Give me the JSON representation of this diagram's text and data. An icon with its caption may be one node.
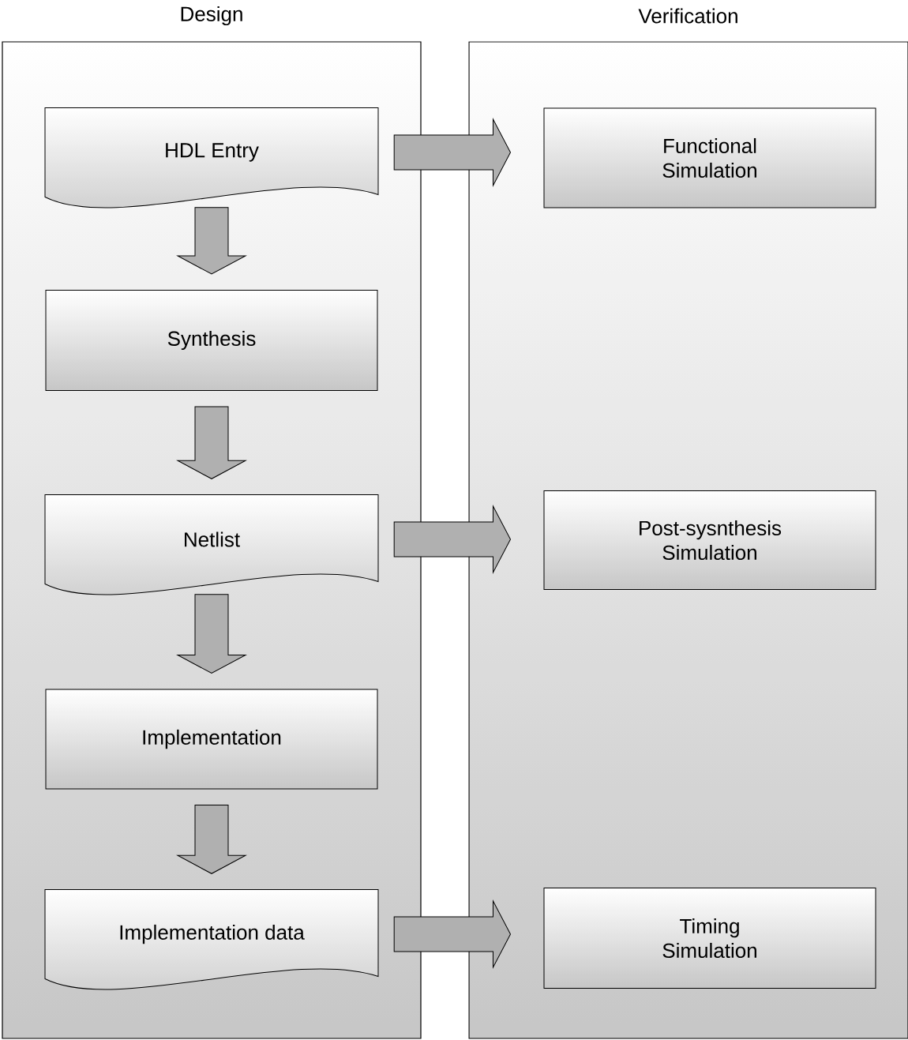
{
  "diagram": {
    "nodes": [
      {
        "text": [
          "Design"
        ]
      },
      {
        "text": [
          "Verification"
        ]
      },
      {
        "text": [
          "HDL Entry"
        ],
        "in": 0
      },
      {
        "text": [
          "Synthesis"
        ],
        "in": 0
      },
      {
        "text": [
          "Netlist"
        ],
        "in": 0
      },
      {
        "text": [
          "Implementation"
        ],
        "in": 0
      },
      {
        "text": [
          "Implementation data"
        ],
        "in": 0
      },
      {
        "text": [
          "Functional Simulation"
        ],
        "in": 1
      },
      {
        "text": [
          "Post-sysnthesis Simulation"
        ],
        "in": 1
      },
      {
        "text": [
          "Timing Simulation"
        ],
        "in": 1
      }
    ],
    "edges": [
      {
        "from": 2,
        "to": 3,
        "arrow": "to"
      },
      {
        "from": 3,
        "to": 4,
        "arrow": "to"
      },
      {
        "from": 4,
        "to": 5,
        "arrow": "to"
      },
      {
        "from": 5,
        "to": 6,
        "arrow": "to"
      },
      {
        "from": 2,
        "to": 7,
        "arrow": "to"
      },
      {
        "from": 4,
        "to": 8,
        "arrow": "to"
      },
      {
        "from": 6,
        "to": 9,
        "arrow": "to"
      }
    ]
  }
}
